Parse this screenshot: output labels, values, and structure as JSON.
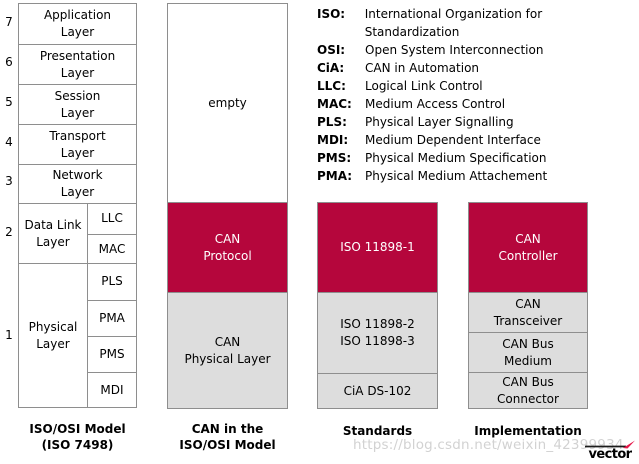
{
  "palette": {
    "red": "#b5063c",
    "boxgray": "#dddddd",
    "border": "#8e8e8e",
    "watermark": "#d2d2d2",
    "logoarrow": "#e51a4b"
  },
  "osi_model": {
    "caption": "ISO/OSI Model\n(ISO 7498)",
    "rows": [
      {
        "num": "7",
        "label": "Application\nLayer"
      },
      {
        "num": "6",
        "label": "Presentation\nLayer"
      },
      {
        "num": "5",
        "label": "Session\nLayer"
      },
      {
        "num": "4",
        "label": "Transport\nLayer"
      },
      {
        "num": "3",
        "label": "Network\nLayer"
      },
      {
        "num": "2",
        "label": "Data Link\nLayer",
        "sublayers": [
          "LLC",
          "MAC"
        ]
      },
      {
        "num": "1",
        "label": "Physical\nLayer",
        "sublayers": [
          "PLS",
          "PMA",
          "PMS",
          "MDI"
        ]
      }
    ]
  },
  "can_stack": {
    "caption": "CAN in the\nISO/OSI Model",
    "boxes": [
      {
        "label": "empty"
      },
      {
        "label": "CAN\nProtocol"
      },
      {
        "label": "CAN\nPhysical Layer"
      }
    ]
  },
  "standards": {
    "caption": "Standards",
    "boxes": [
      {
        "label": "ISO 11898-1"
      },
      {
        "label": "ISO 11898-2\nISO 11898-3"
      },
      {
        "label": "CiA DS-102"
      }
    ]
  },
  "implementation": {
    "caption": "Implementation",
    "boxes": [
      {
        "label": "CAN\nController"
      },
      {
        "label": "CAN\nTransceiver"
      },
      {
        "label": "CAN Bus\nMedium"
      },
      {
        "label": "CAN Bus\nConnector"
      }
    ]
  },
  "legend": {
    "items": [
      {
        "abbr": "ISO:",
        "desc": "International Organization for Standardization"
      },
      {
        "abbr": "OSI:",
        "desc": "Open System Interconnection"
      },
      {
        "abbr": "CiA:",
        "desc": "CAN in Automation"
      },
      {
        "abbr": "LLC:",
        "desc": "Logical Link Control"
      },
      {
        "abbr": "MAC:",
        "desc": "Medium Access Control"
      },
      {
        "abbr": "PLS:",
        "desc": "Physical Layer Signalling"
      },
      {
        "abbr": "MDI:",
        "desc": "Medium Dependent Interface"
      },
      {
        "abbr": "PMS:",
        "desc": "Physical Medium Specification"
      },
      {
        "abbr": "PMA:",
        "desc": "Physical Medium Attachement"
      }
    ]
  },
  "watermark": "https://blog.csdn.net/weixin_42399934",
  "logo": {
    "text": "vector"
  }
}
